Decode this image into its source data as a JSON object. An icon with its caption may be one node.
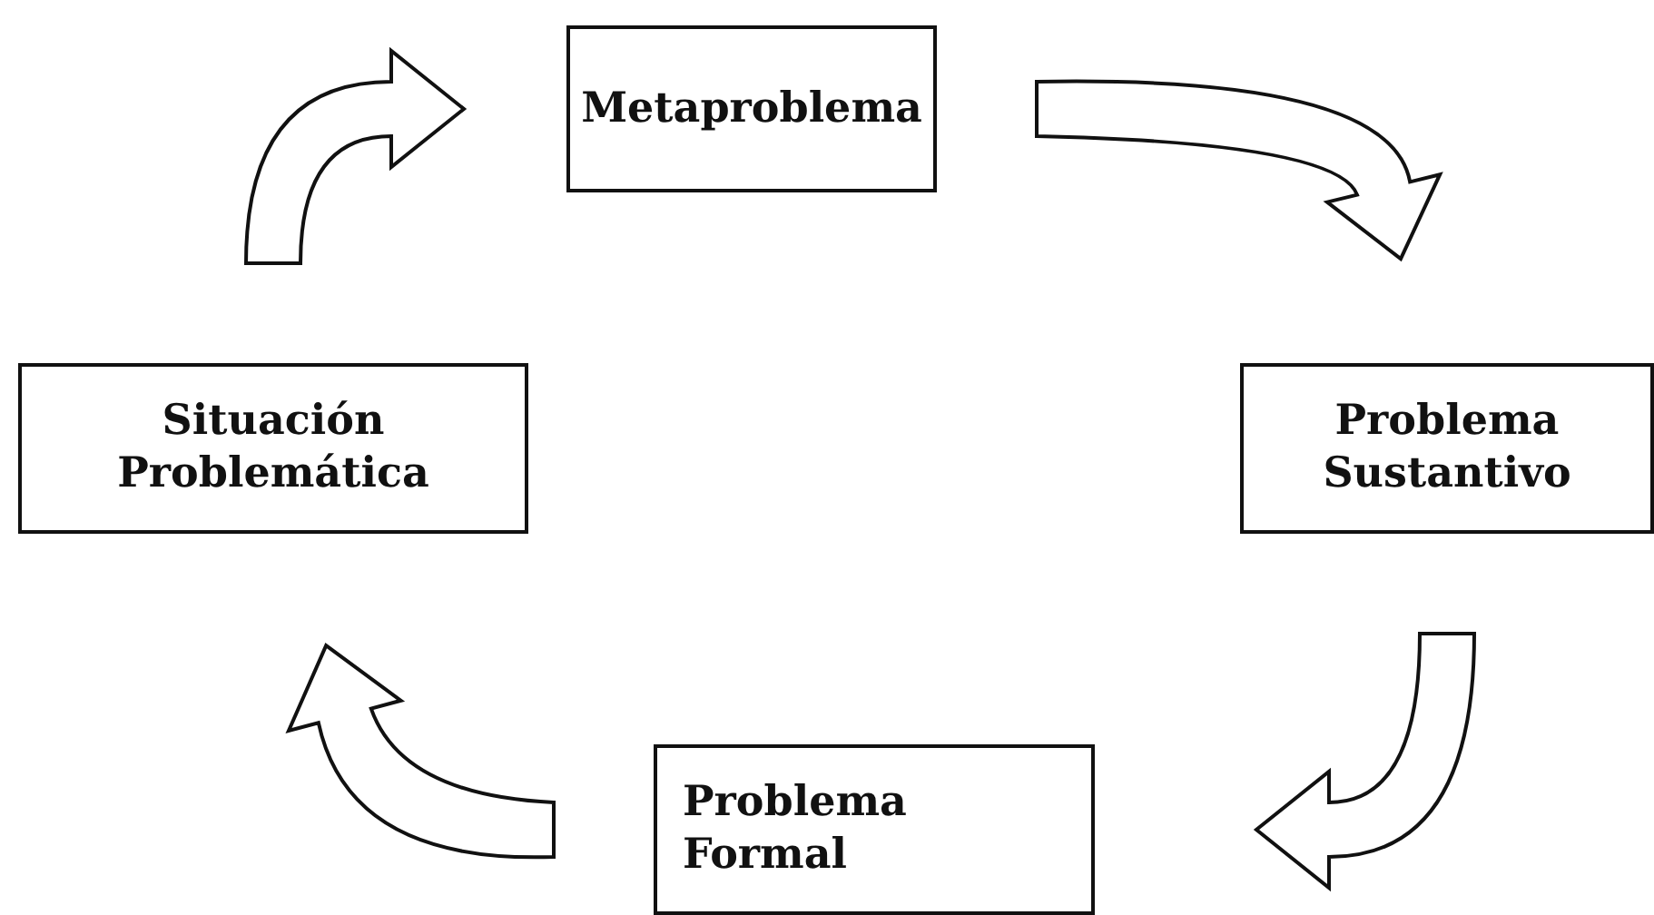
{
  "diagram": {
    "nodes": [
      {
        "text": [
          "Metaproblema"
        ]
      },
      {
        "text": [
          "Problema Sustantivo"
        ]
      },
      {
        "text": [
          "Problema Formal"
        ]
      },
      {
        "text": [
          "Situación Problemática"
        ]
      }
    ],
    "edges": [
      {
        "from": 3,
        "to": 0,
        "arrow": "to"
      },
      {
        "from": 0,
        "to": 1,
        "arrow": "to"
      },
      {
        "from": 1,
        "to": 2,
        "arrow": "to"
      },
      {
        "from": 2,
        "to": 3,
        "arrow": "to"
      }
    ]
  }
}
